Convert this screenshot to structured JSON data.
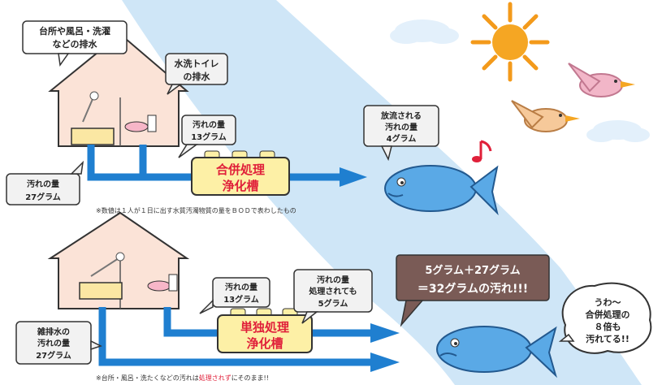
{
  "top": {
    "house_wastewater_callout": [
      "台所や風呂・洗濯",
      "などの排水"
    ],
    "toilet_wastewater_callout": [
      "水洗トイレ",
      "の排水"
    ],
    "pollution_in_callout": [
      "汚れの量",
      "13グラム"
    ],
    "household_pollution_callout": [
      "汚れの量",
      "27グラム"
    ],
    "discharged_callout": [
      "放流される",
      "汚れの量",
      "4グラム"
    ],
    "tank_label": [
      "合併処理",
      "浄化槽"
    ],
    "footnote": "※数値は１人が１日に出す水質汚濁物質の量をＢＯＤで表わしたもの"
  },
  "bottom": {
    "pollution_in_callout": [
      "汚れの量",
      "13グラム"
    ],
    "treated_callout": [
      "汚れの量",
      "処理されても",
      "5グラム"
    ],
    "result_callout": [
      "5グラム＋27グラム",
      "＝32グラムの汚れ!!!"
    ],
    "gray_water_callout": [
      "雑排水の",
      "汚れの量",
      "27グラム"
    ],
    "tank_label": [
      "単独処理",
      "浄化槽"
    ],
    "fish_speech": [
      "うわ～",
      "合併処理の",
      "８倍も",
      "汚れてる!!"
    ],
    "footnote_prefix": "※台所・風呂・洗たくなどの汚れは",
    "footnote_highlight": "処理されず",
    "footnote_suffix": "にそのまま!!"
  },
  "colors": {
    "river": "#cfe6f7",
    "pipe": "#1f7fd0",
    "house_wall": "#fbe3d7",
    "tank": "#fdf0a6",
    "tank_text_top": "#e0203a",
    "result_box": "#7a5b56",
    "callout_fill": "#f2f2f2"
  },
  "icons": [
    "sun-icon",
    "bird-icon",
    "music-note-icon",
    "fish-icon",
    "cloud-icon",
    "toilet-icon",
    "sink-icon"
  ]
}
